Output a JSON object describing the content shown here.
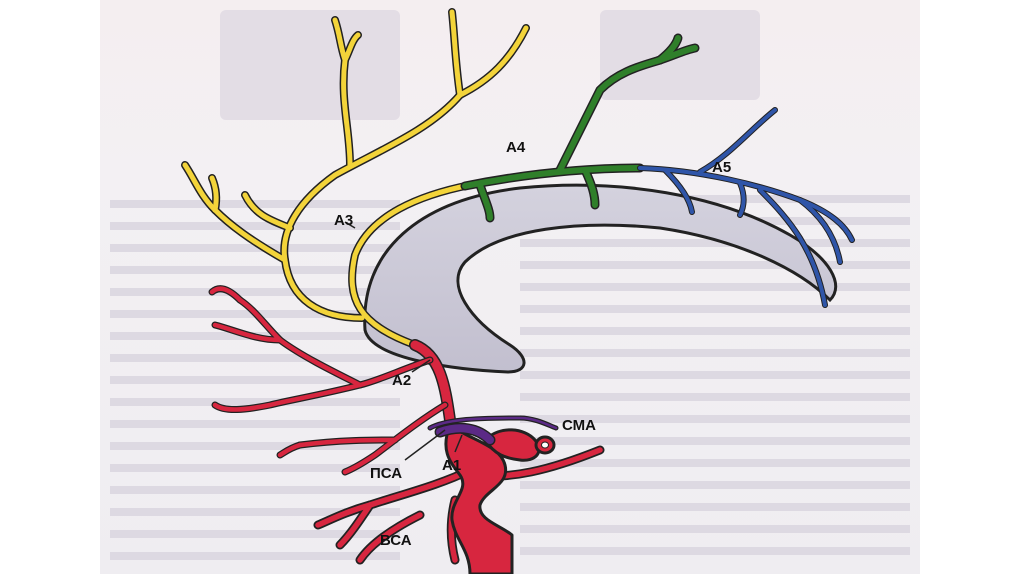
{
  "labels": {
    "a1": "A1",
    "a2": "A2",
    "a3": "A3",
    "a4": "A4",
    "a5": "A5",
    "psa": "ПСА",
    "sma": "СМА",
    "vsa": "ВСА"
  },
  "colors": {
    "yellow": "#f3d43a",
    "green": "#2f7f2a",
    "blue": "#2f55a8",
    "red": "#d7263f",
    "purple": "#5b2a86",
    "ventricle": "#c9c6d4"
  }
}
